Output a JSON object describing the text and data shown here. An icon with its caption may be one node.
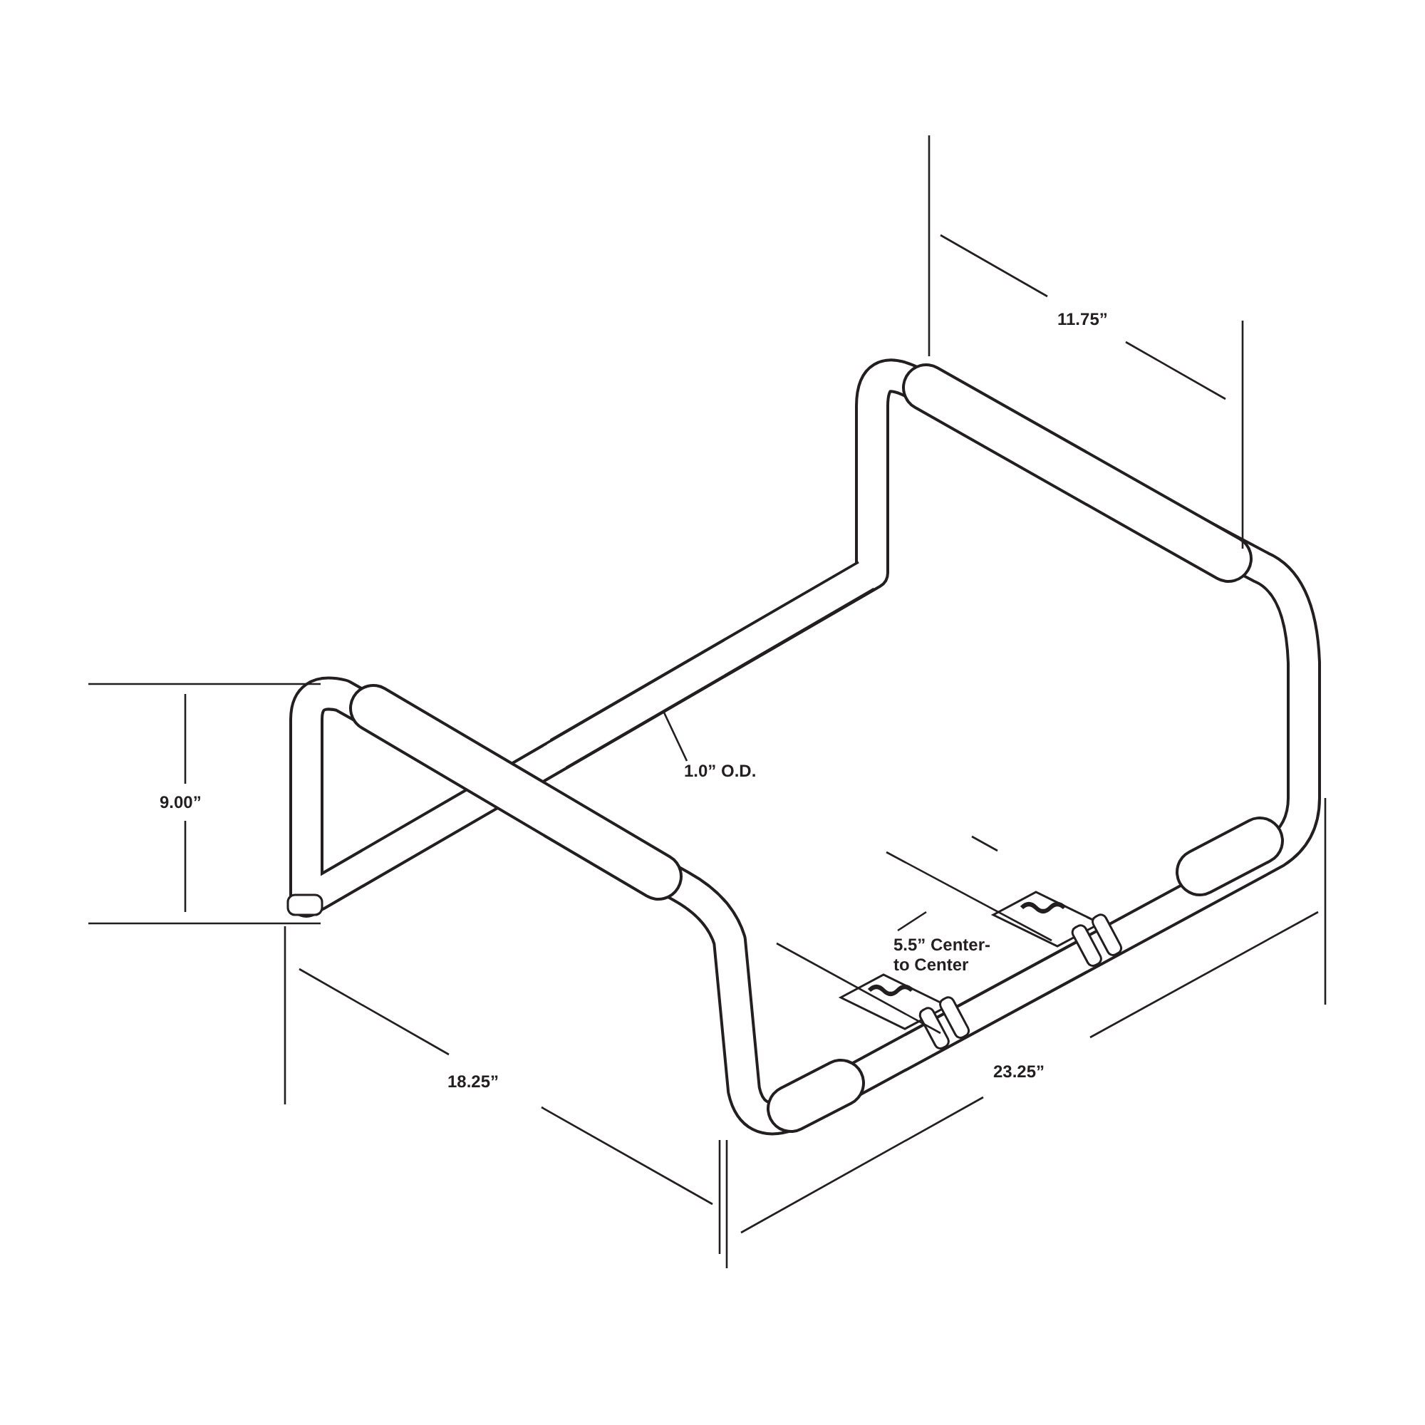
{
  "diagram": {
    "nodes": [
      {
        "text": [
          "1.0” O.D."
        ]
      },
      {
        "text": [],
        "shape": "bar"
      }
    ],
    "edges": [
      {
        "from": 0,
        "to": 1,
        "arrow": "none"
      }
    ],
    "labels": [
      "11.75”",
      "9.00”",
      "5.5” Center- to Center",
      "18.25”",
      "23.25”"
    ]
  }
}
